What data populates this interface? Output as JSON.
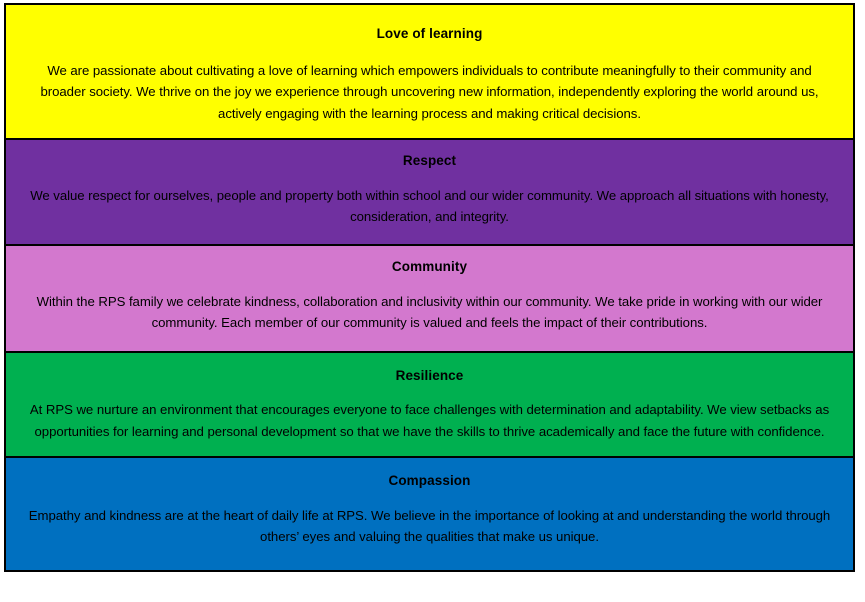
{
  "document": {
    "kind": "school-values-table",
    "background_color": "#FFFFFF",
    "border_color": "#000000",
    "text_color": "#000000"
  },
  "bands": [
    {
      "id": "love-of-learning",
      "title": "Love of learning",
      "body": "We are passionate about cultivating a love of learning which empowers individuals to contribute meaningfully to their community and broader society. We thrive on the joy we experience through uncovering new information, independently exploring the world around us, actively engaging with the learning process and making critical decisions.",
      "color": "#FFFF00"
    },
    {
      "id": "respect",
      "title": "Respect",
      "body": "We value respect for ourselves, people and property both within school and our wider community. We approach all situations with honesty, consideration, and integrity.",
      "color": "#7030A0"
    },
    {
      "id": "community",
      "title": "Community",
      "body": "Within the RPS family we celebrate kindness, collaboration and inclusivity within our community. We take pride in working with our wider community. Each member of our community is valued and feels the impact of their contributions.",
      "color": "#D378CE"
    },
    {
      "id": "resilience",
      "title": "Resilience",
      "body": "At RPS we nurture an environment that encourages everyone to face challenges with determination and adaptability. We view setbacks as opportunities for learning and personal development so that we have the skills to thrive academically and face the future with confidence.",
      "color": "#00B050"
    },
    {
      "id": "compassion",
      "title": "Compassion",
      "body": "Empathy and kindness are at the heart of daily life at RPS. We believe in the importance of looking at and understanding the world through others’ eyes and valuing the qualities that make us unique.",
      "color": "#0070C0"
    }
  ]
}
